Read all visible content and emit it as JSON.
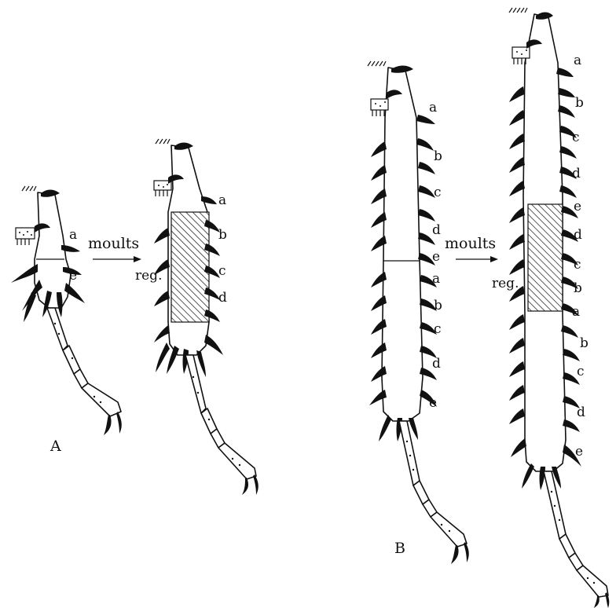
{
  "arrow_label": "moults",
  "regen_label": "reg.",
  "panels": {
    "A": {
      "label": "A",
      "before_spines": [
        "a",
        "e"
      ],
      "after_spines": [
        "a",
        "b",
        "c",
        "d"
      ]
    },
    "B": {
      "label": "B",
      "before_spines": [
        "a",
        "b",
        "c",
        "d",
        "e",
        "a",
        "b",
        "c",
        "d",
        "e"
      ],
      "after_spines": [
        "a",
        "b",
        "c",
        "d",
        "e",
        "d",
        "c",
        "b",
        "a",
        "b",
        "c",
        "d",
        "e"
      ]
    }
  }
}
